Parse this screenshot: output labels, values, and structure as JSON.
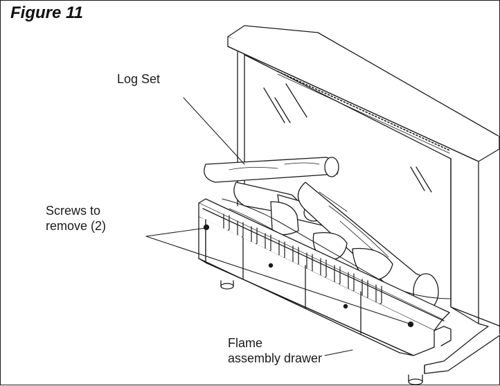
{
  "figure": {
    "title": "Figure 11"
  },
  "callouts": {
    "log_set": "Log Set",
    "screws_line1": "Screws to",
    "screws_line2": "remove (2)",
    "drawer_line1": "Flame",
    "drawer_line2": "assembly drawer"
  }
}
